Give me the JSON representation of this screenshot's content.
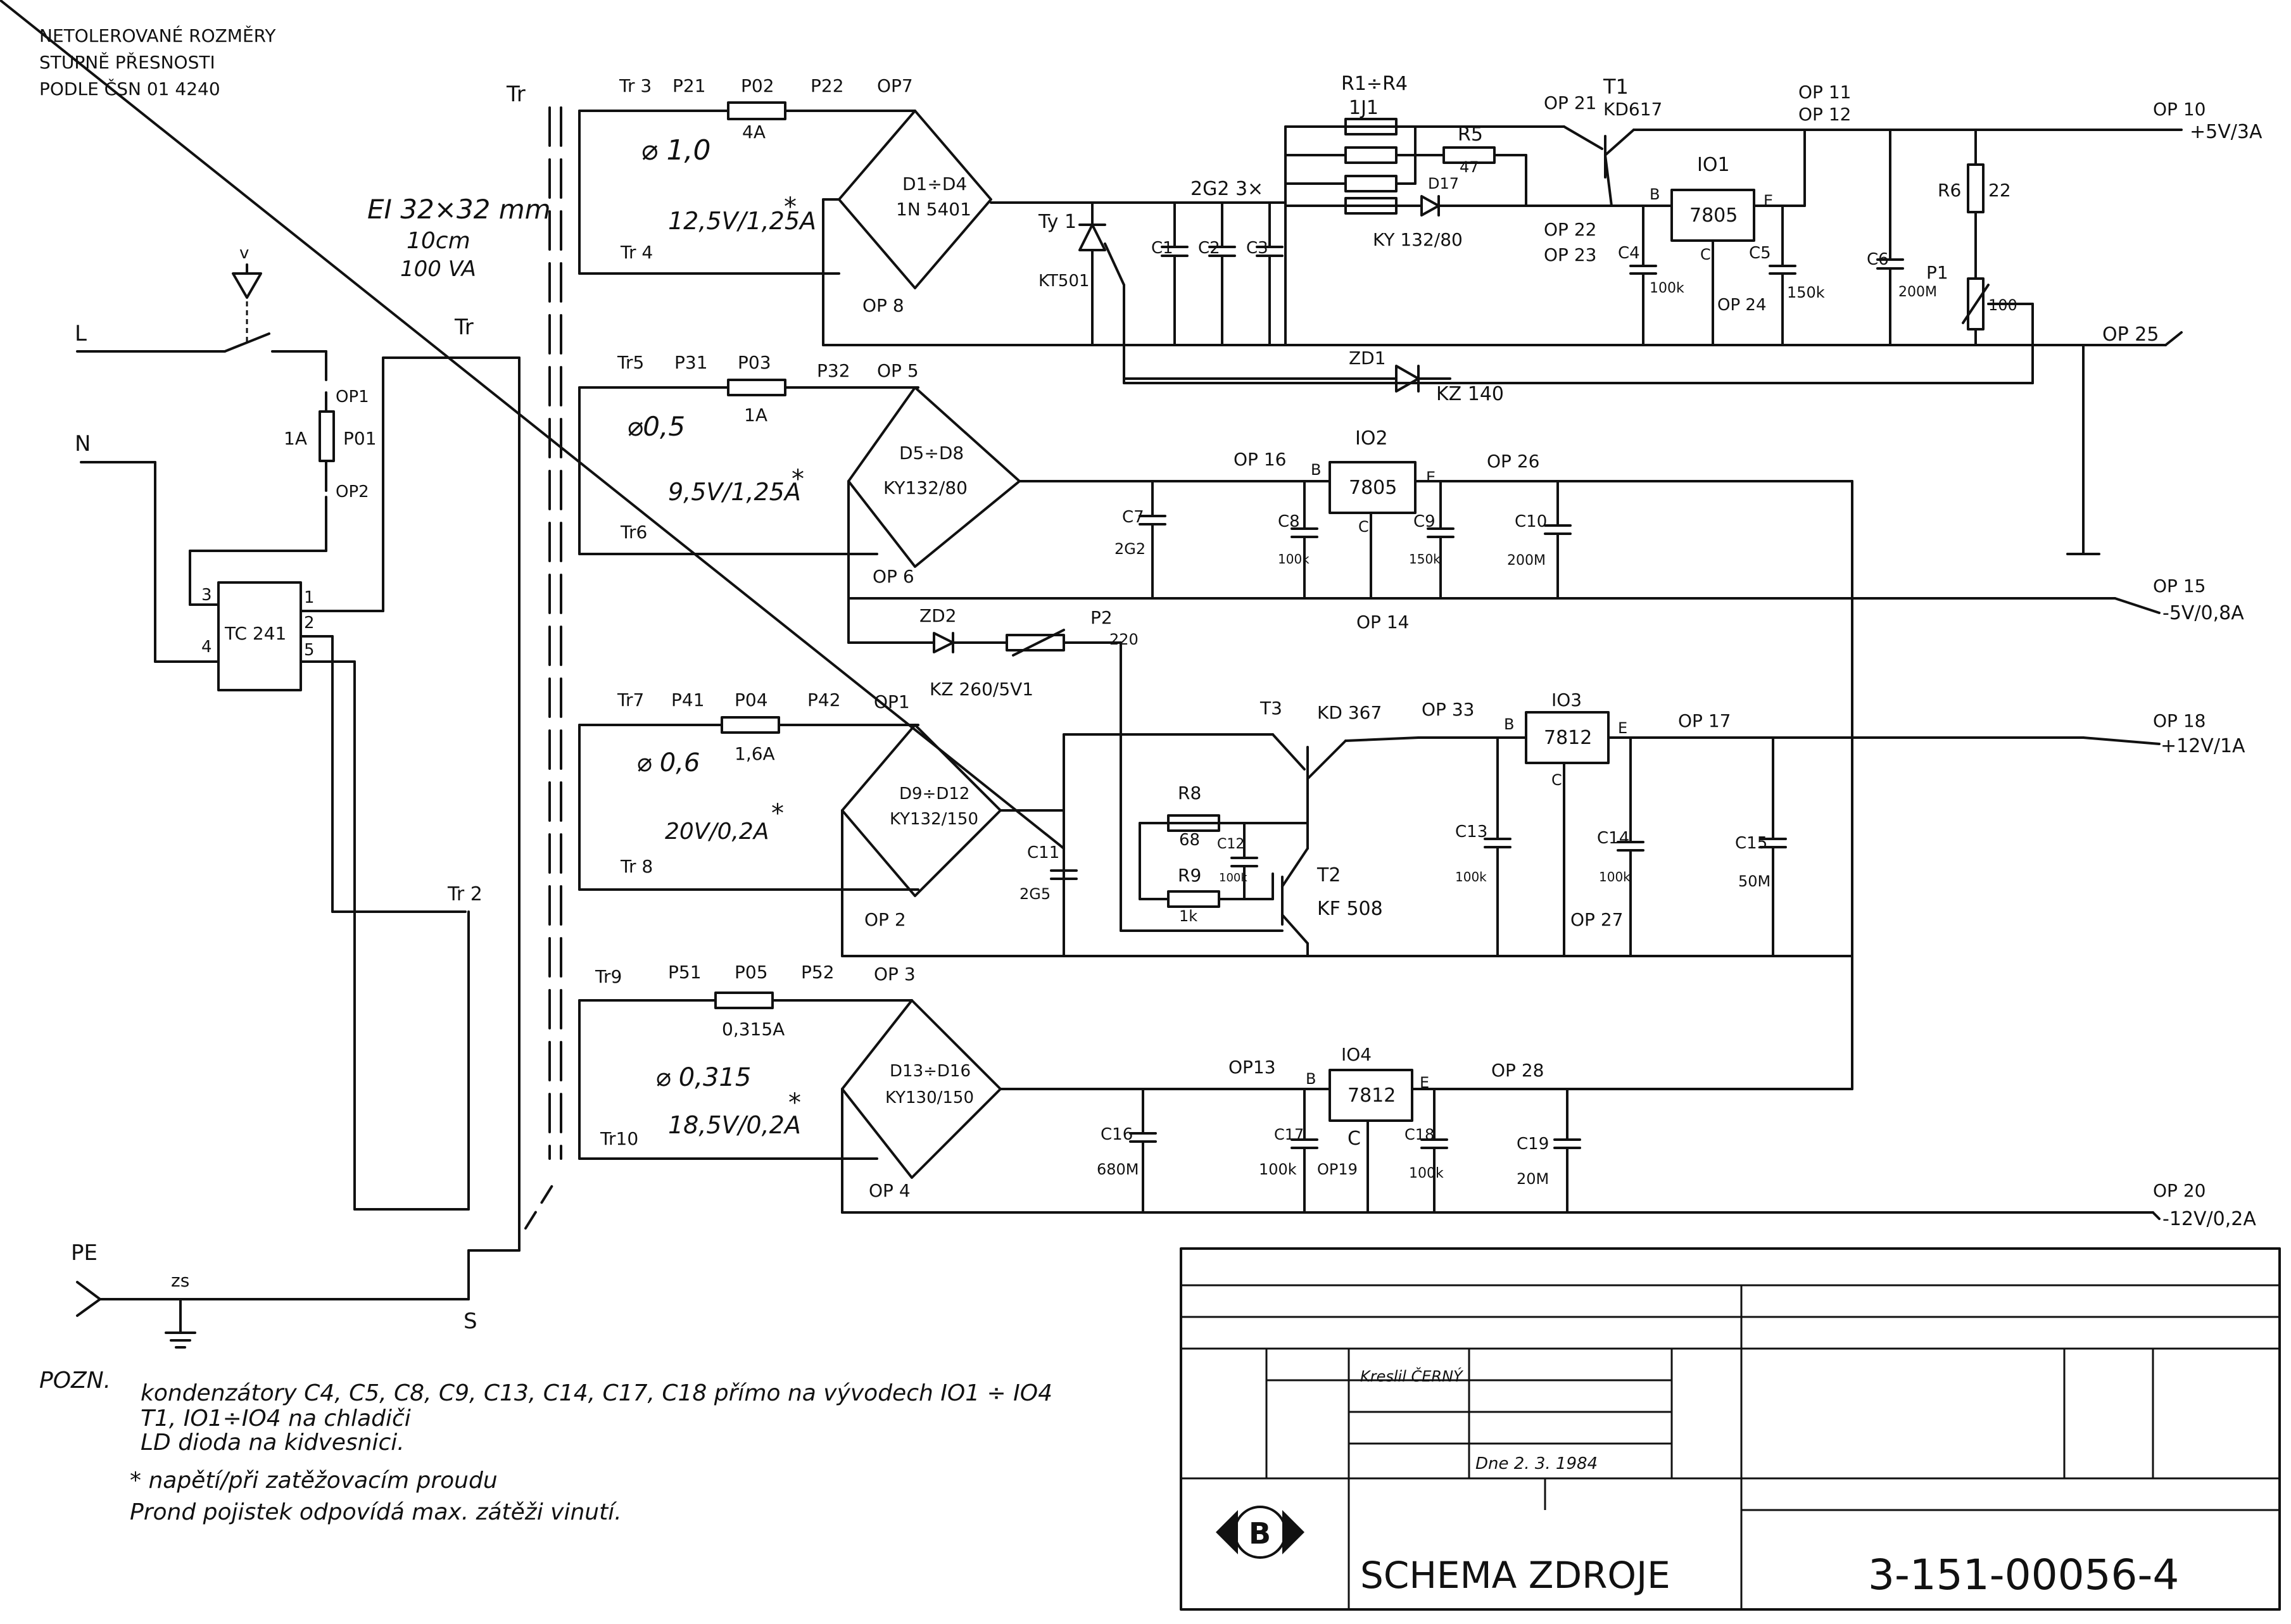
{
  "header": {
    "lines": [
      "NETOLEROVANÉ ROZMĚRY",
      "STUPNĚ PŘESNOSTI",
      "PODLE ČSN 01 4240"
    ]
  },
  "transformer": {
    "label_top": "Tr",
    "label_primary": "Tr",
    "core": "EI  32×32 mm",
    "length": "10cm",
    "power": "100 VA",
    "tr2": "Tr 2",
    "s": "S"
  },
  "mains": {
    "L": "L",
    "N": "N",
    "PE": "PE",
    "zs": "zs",
    "op1": "OP1",
    "op2": "OP2",
    "fuse": "P01",
    "fuse_value": "1A",
    "switch": "TC 241",
    "pins": [
      "1",
      "2",
      "3",
      "4",
      "5"
    ]
  },
  "branch1": {
    "tr_a": "Tr 3",
    "tr_b": "Tr 4",
    "p_a": "P21",
    "fuse": "P02",
    "fuse_value": "4A",
    "p_b": "P22",
    "op_in": "OP7",
    "wire": "⌀ 1,0",
    "voltage": "12,5V/1,25A",
    "star": "*",
    "bridge": "D1÷D4",
    "bridge_type": "1N 5401",
    "op_bottom": "OP 8",
    "thyristor": "Ty 1",
    "thyristor_type": "KT501",
    "caps_label": "2G2 3×",
    "c1": "C1",
    "c2": "C2",
    "c3": "C3",
    "r1r4": "R1÷R4",
    "r1r4_value": "1J1",
    "r5": "R5",
    "r5_value": "47",
    "d17": "D17",
    "d17_type": "KY 132/80",
    "op21": "OP 21",
    "t1": "T1",
    "t1_type": "KD617",
    "op22": "OP 22",
    "op23": "OP 23",
    "ic": "IO1",
    "ic_type": "7805",
    "b": "B",
    "e": "E",
    "c": "C",
    "c4": "C4",
    "c4_value": "100k",
    "c5": "C5",
    "c5_value": "150k",
    "op24": "OP 24",
    "op11": "OP 11",
    "op12": "OP 12",
    "c6": "C6",
    "c6_value": "200M",
    "r6": "R6",
    "r6_value": "22",
    "p1": "P1",
    "p1_value": "100",
    "op10": "OP 10",
    "out": "+5V/3A",
    "zd1": "ZD1",
    "zd1_type": "KZ 140",
    "op25": "OP 25"
  },
  "branch2": {
    "tr_a": "Tr5",
    "tr_b": "Tr6",
    "p_a": "P31",
    "fuse": "P03",
    "fuse_value": "1A",
    "p_b": "P32",
    "op_in": "OP 5",
    "wire": "⌀0,5",
    "voltage": "9,5V/1,25A",
    "star": "*",
    "bridge": "D5÷D8",
    "bridge_type": "KY132/80",
    "op_bottom": "OP 6",
    "c7": "C7",
    "c7_value": "2G2",
    "op16": "OP 16",
    "ic": "IO2",
    "ic_type": "7805",
    "b": "B",
    "e": "E",
    "c": "C",
    "c8": "C8",
    "c8_value": "100k",
    "c9": "C9",
    "c9_value": "150k",
    "op26": "OP 26",
    "c10": "C10",
    "c10_value": "200M",
    "op14": "OP 14",
    "op15": "OP 15",
    "out": "-5V/0,8A",
    "zd2": "ZD2",
    "zd2_type": "KZ 260/5V1",
    "p2": "P2",
    "p2_value": "220"
  },
  "branch3": {
    "tr_a": "Tr7",
    "tr_b": "Tr 8",
    "p_a": "P41",
    "fuse": "P04",
    "fuse_value": "1,6A",
    "p_b": "P42",
    "op_in": "OP1",
    "wire": "⌀ 0,6",
    "voltage": "20V/0,2A",
    "star": "*",
    "bridge": "D9÷D12",
    "bridge_type": "KY132/150",
    "op_bottom": "OP 2",
    "c11": "C11",
    "c11_value": "2G5",
    "r8": "R8",
    "r8_value": "68",
    "r9": "R9",
    "r9_value": "1k",
    "c12": "C12",
    "c12_value": "100k",
    "t3": "T3",
    "t3_type": "KD 367",
    "t2": "T2",
    "t2_type": "KF 508",
    "op33": "OP 33",
    "ic": "IO3",
    "ic_type": "7812",
    "b": "B",
    "e": "E",
    "c": "C",
    "c13": "C13",
    "c13_value": "100k",
    "c14": "C14",
    "c14_value": "100k",
    "op27": "OP 27",
    "op17": "OP 17",
    "c15": "C15",
    "c15_value": "50M",
    "op18": "OP 18",
    "out": "+12V/1A"
  },
  "branch4": {
    "tr_a": "Tr9",
    "tr_b": "Tr10",
    "p_a": "P51",
    "fuse": "P05",
    "fuse_value": "0,315A",
    "p_b": "P52",
    "op_in": "OP 3",
    "wire": "⌀ 0,315",
    "voltage": "18,5V/0,2A",
    "star": "*",
    "bridge": "D13÷D16",
    "bridge_type": "KY130/150",
    "op_bottom": "OP 4",
    "c16": "C16",
    "c16_value": "680M",
    "op13": "OP13",
    "ic": "IO4",
    "ic_type": "7812",
    "b": "B",
    "e": "E",
    "c": "C",
    "c17": "C17",
    "c17_value": "100k",
    "op19": "OP19",
    "c18": "C18",
    "c18_value": "100k",
    "op28": "OP 28",
    "c19": "C19",
    "c19_value": "20M",
    "op20": "OP 20",
    "out": "-12V/0,2A"
  },
  "notes": {
    "label": "POZN.",
    "line1": "kondenzátory C4, C5, C8, C9, C13, C14, C17, C18 přímo na vývodech IO1 ÷ IO4",
    "line2": "T1, IO1÷IO4 na chladiči",
    "line3": "LD dioda na kidvesnici.",
    "line4": "* napětí/při zatěžovacím proudu",
    "line5": "Prond pojistek odpovídá max. zátěži vinutí."
  },
  "title_block": {
    "drawn": "Kreslil ČERNÝ",
    "date": "Dne 2. 3. 1984",
    "title": "SCHEMA ZDROJE",
    "number": "3-151-00056-4"
  }
}
